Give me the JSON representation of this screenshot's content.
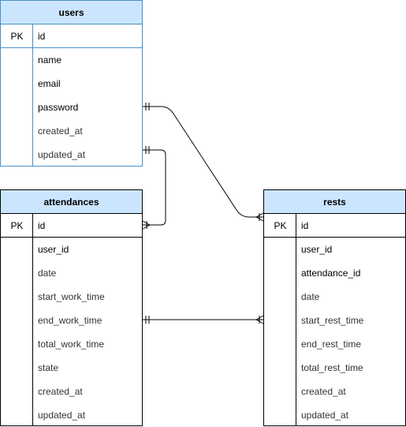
{
  "entities": {
    "users": {
      "title": "users",
      "pk_label": "PK",
      "pk_field": "id",
      "fields": [
        "name",
        "email",
        "password",
        "created_at",
        "updated_at"
      ]
    },
    "attendances": {
      "title": "attendances",
      "pk_label": "PK",
      "pk_field": "id",
      "fields": [
        "user_id",
        "date",
        "start_work_time",
        "end_work_time",
        "total_work_time",
        "state",
        "created_at",
        "updated_at"
      ]
    },
    "rests": {
      "title": "rests",
      "pk_label": "PK",
      "pk_field": "id",
      "fields": [
        "user_id",
        "attendance_id",
        "date",
        "start_rest_time",
        "end_rest_time",
        "total_rest_time",
        "created_at",
        "updated_at"
      ]
    }
  },
  "colors": {
    "header_fill": "#cce5ff",
    "users_border": "#4a90c8",
    "table_border": "#000000",
    "line": "#000000"
  }
}
